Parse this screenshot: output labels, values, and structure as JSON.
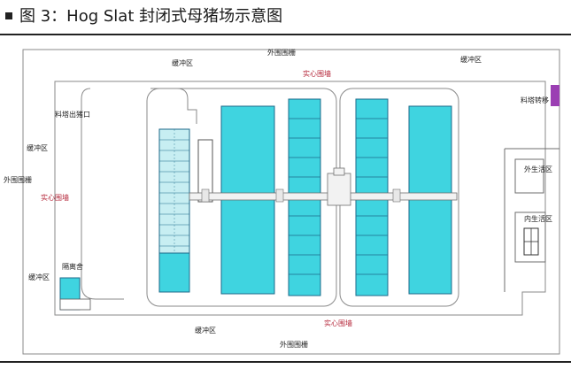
{
  "title": "图 3：Hog Slat 封闭式母猪场示意图",
  "labels": {
    "outer_fence_top": "外围围栅",
    "outer_fence_bottom": "外围围栅",
    "outer_fence_left": "外围围栅",
    "buffer_top_left": "缓冲区",
    "buffer_top_right": "缓冲区",
    "buffer_left_top": "缓冲区",
    "buffer_left_bottom": "缓冲区",
    "buffer_bottom": "缓冲区",
    "solid_wall_top": "实心围墙",
    "solid_wall_left": "实心围墙",
    "solid_wall_bottom": "实心围墙",
    "feed_outlet": "料塔出猪口",
    "feed_transfer": "料塔转移",
    "isolation": "隔离舍",
    "outer_clean_zone": "外生活区",
    "inner_clean_zone": "内生活区"
  },
  "colors": {
    "pen_fill": "#3fd4e0",
    "pen_stroke": "#1d6a8a",
    "wall_line": "#6e6e6e",
    "label_red": "#b5273a",
    "feed_purple": "#9b3fb3"
  }
}
